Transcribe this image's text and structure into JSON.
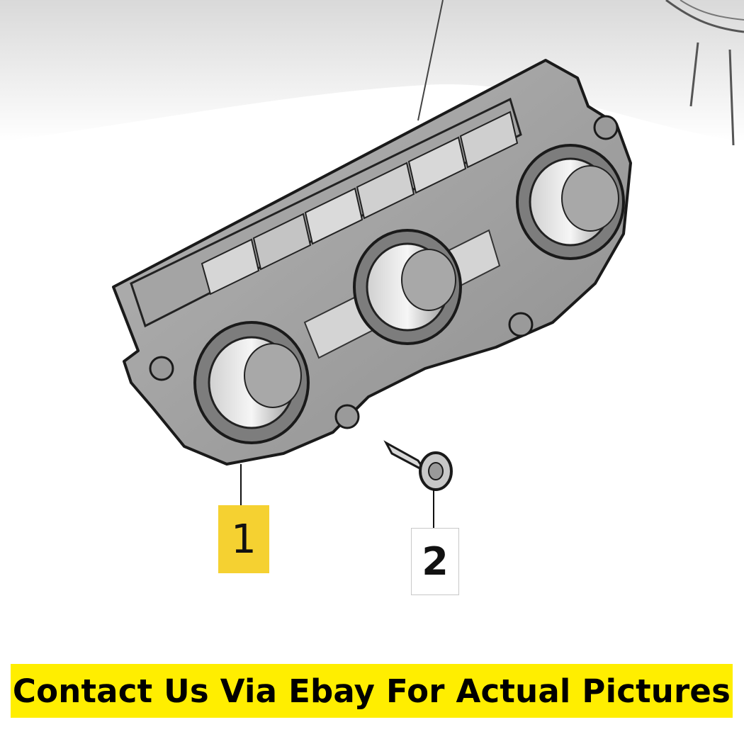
{
  "diagram": {
    "callouts": [
      {
        "id": "1",
        "label": "1",
        "highlight_color": "#f5d131"
      },
      {
        "id": "2",
        "label": "2",
        "highlight_color": "#ffffff"
      }
    ]
  },
  "banner": {
    "text": "Contact Us Via Ebay For Actual Pictures",
    "background_color": "#ffee00",
    "text_color": "#000000"
  }
}
